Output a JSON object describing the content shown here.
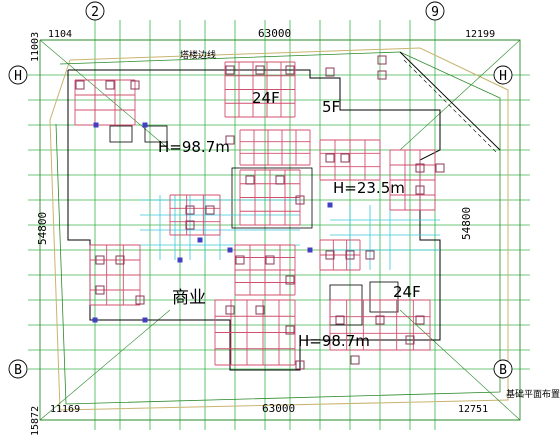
{
  "drawing": {
    "axis_labels": {
      "top_left": "2",
      "top_right": "9",
      "left_top": "H",
      "right_top": "H",
      "left_bottom": "B",
      "right_bottom": "B"
    },
    "dimensions": {
      "top_total": "63000",
      "top_left_offset": "1104",
      "top_right_offset": "12199",
      "left_upper": "11003",
      "left_total": "54800",
      "right_total": "54800",
      "bottom_total": "63000",
      "bottom_left_offset": "11169",
      "bottom_right_offset": "12751",
      "left_lower": "15872"
    },
    "labels": {
      "scope_line": "塔楼边线",
      "tower_a_floors": "24F",
      "podium_floors": "5F",
      "tower_a_height": "H=98.7m",
      "podium_height": "H=23.5m",
      "commercial": "商业",
      "tower_b_floors": "24F",
      "tower_b_height": "H=98.7m"
    },
    "caption": "基础平面布置",
    "colors": {
      "grid": "#3cb44b",
      "beam": "#d0506e",
      "pile_cap": "#8b3a5a",
      "outline": "#2a8a2a",
      "cyan_lines": "#37c8d8",
      "column": "#4040c0",
      "boundary": "#c8b46e"
    }
  }
}
